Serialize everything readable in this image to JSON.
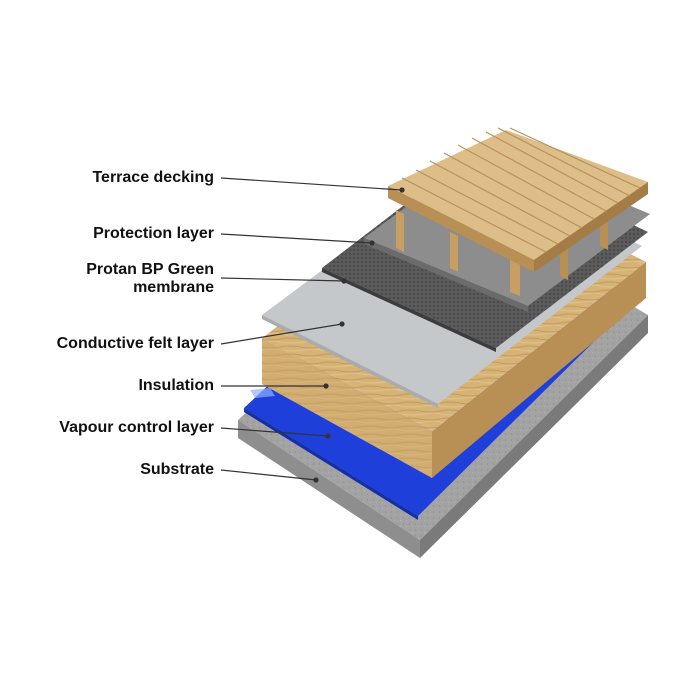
{
  "labels": [
    {
      "key": "terrace",
      "lines": [
        "Terrace decking"
      ]
    },
    {
      "key": "protection",
      "lines": [
        "Protection layer"
      ]
    },
    {
      "key": "membrane",
      "lines": [
        "Protan BP Green",
        "membrane"
      ]
    },
    {
      "key": "felt",
      "lines": [
        "Conductive felt layer"
      ]
    },
    {
      "key": "insulation",
      "lines": [
        "Insulation"
      ]
    },
    {
      "key": "vapour",
      "lines": [
        "Vapour control layer"
      ]
    },
    {
      "key": "substrate",
      "lines": [
        "Substrate"
      ]
    }
  ],
  "colors": {
    "background": "#ffffff",
    "text": "#111111",
    "leader": "#333333",
    "decking": "#dcbc86",
    "decking_dark": "#b8925a",
    "protection": "#8c8c8c",
    "membrane": "#5b5b5b",
    "felt": "#c6c8ca",
    "insulation": "#d6b377",
    "vapour": "#1d3fd8",
    "substrate": "#9a9a9a"
  }
}
